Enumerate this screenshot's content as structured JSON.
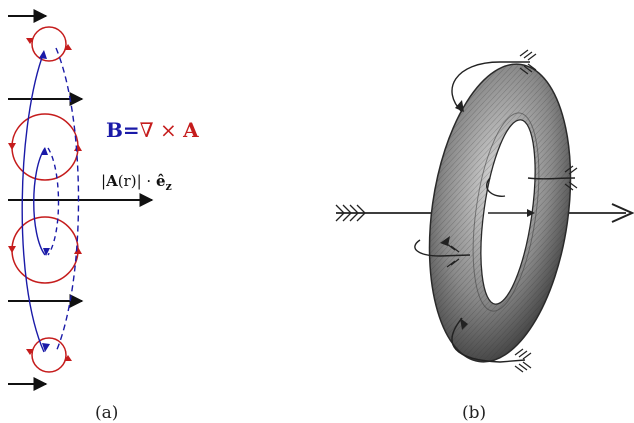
{
  "colors": {
    "field_line": "#1a1aa8",
    "curl_loop": "#c51c1c",
    "vector_arrow": "#111111",
    "torus_shade": "#555555"
  },
  "panel_a": {
    "formula_b": {
      "lhs": "B",
      "eq": "=",
      "nabla": "∇",
      "times": " × ",
      "rhs": "A"
    },
    "formula_a": "|A(r)| · ê_z",
    "formula_a_parts": {
      "abs": "|",
      "vec": "A",
      "arg": "(r)",
      "dot": " · ",
      "unit": "ê",
      "sub": "z"
    },
    "caption": "(a)"
  },
  "panel_b": {
    "caption": "(b)"
  }
}
